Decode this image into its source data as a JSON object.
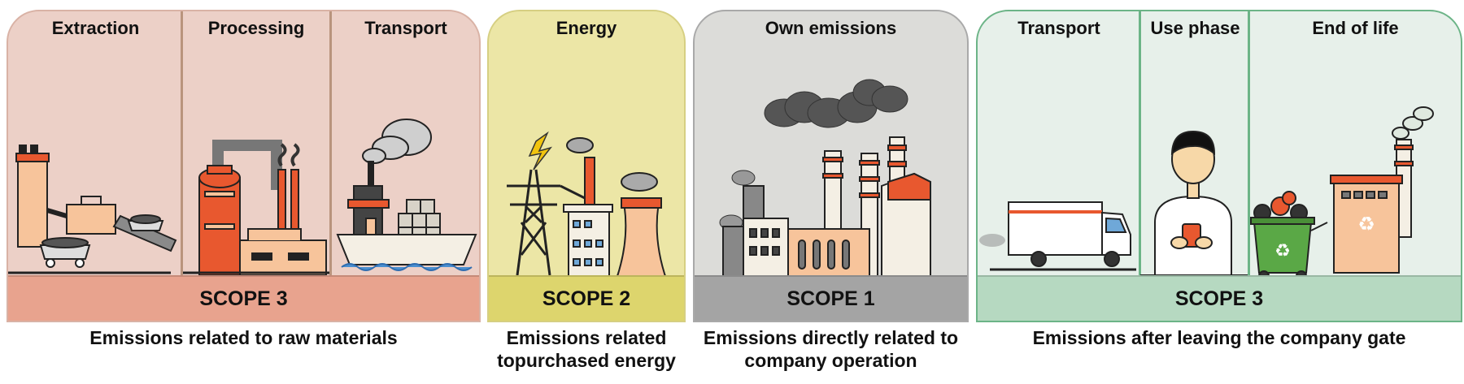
{
  "columns": {
    "raw": {
      "stages": [
        "Extraction",
        "Processing",
        "Transport"
      ],
      "scope": "SCOPE 3"
    },
    "energy": {
      "stages": [
        "Energy"
      ],
      "scope": "SCOPE 2"
    },
    "own": {
      "stages": [
        "Own emissions"
      ],
      "scope": "SCOPE 1"
    },
    "downstream": {
      "stages": [
        "Transport",
        "Use phase",
        "End of life"
      ],
      "scope": "SCOPE 3"
    }
  },
  "captions": {
    "raw": "Emissions related to raw materials",
    "energy_line1": "Emissions related",
    "energy_line2": "topurchased energy",
    "own_line1": "Emissions directly related to",
    "own_line2": "company operation",
    "downstream": "Emissions after leaving the company gate"
  },
  "colors": {
    "scope3_upstream": "#e8a38e",
    "scope2": "#ddd56d",
    "scope1": "#a4a4a4",
    "scope3_downstream": "#b6d9c1"
  }
}
